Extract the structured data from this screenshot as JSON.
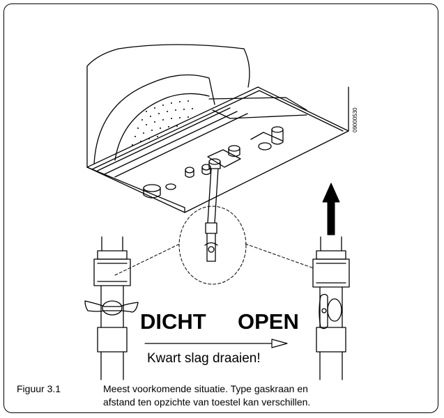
{
  "figure": {
    "drawing_code": "09000530",
    "label_closed": "DICHT",
    "label_open": "OPEN",
    "instruction": "Kwart slag draaien!",
    "caption_number": "Figuur 3.1",
    "caption_line1": "Meest voorkomende situatie. Type gaskraan en",
    "caption_line2": "afstand ten opzichte van toestel kan verschillen."
  }
}
